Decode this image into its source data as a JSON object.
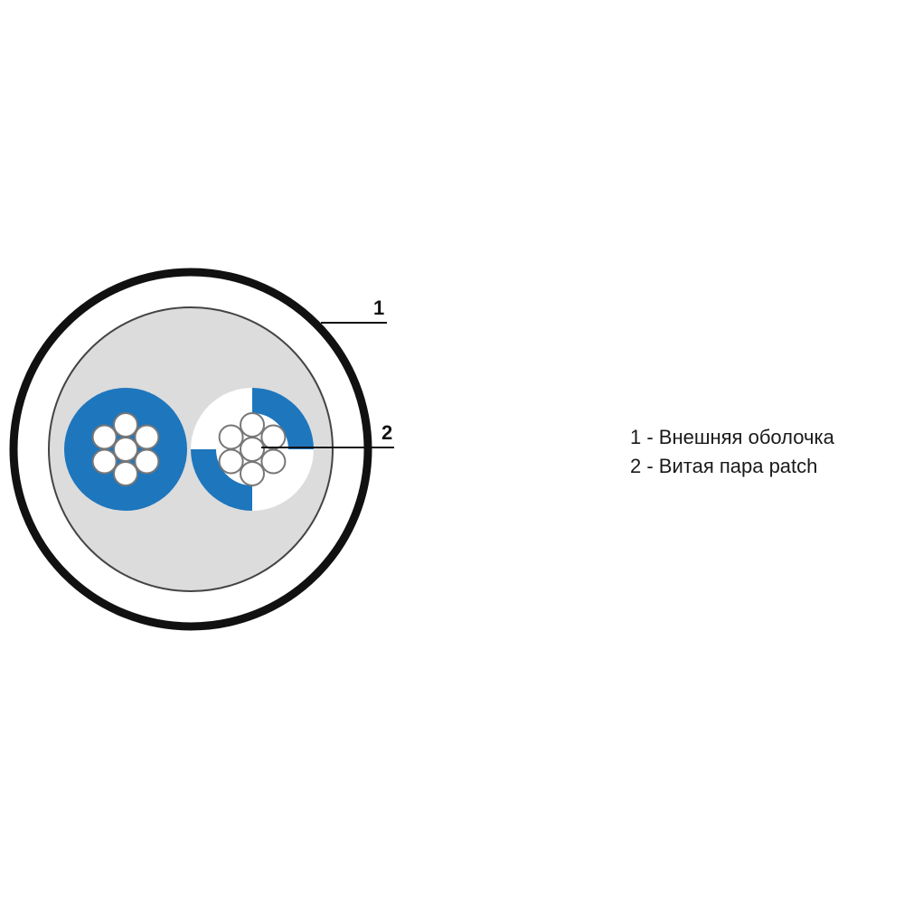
{
  "colors": {
    "outer_ring": "#111111",
    "jacket_gap": "#ffffff",
    "filler": "#dcdcdc",
    "insulation_blue": "#1e76bd",
    "strand": "#ffffff",
    "strand_outline": "#777777"
  },
  "callouts": [
    {
      "number": "1"
    },
    {
      "number": "2"
    }
  ],
  "legend": [
    {
      "text": "1 - Внешняя оболочка"
    },
    {
      "text": "2 - Витая пара patch"
    }
  ]
}
